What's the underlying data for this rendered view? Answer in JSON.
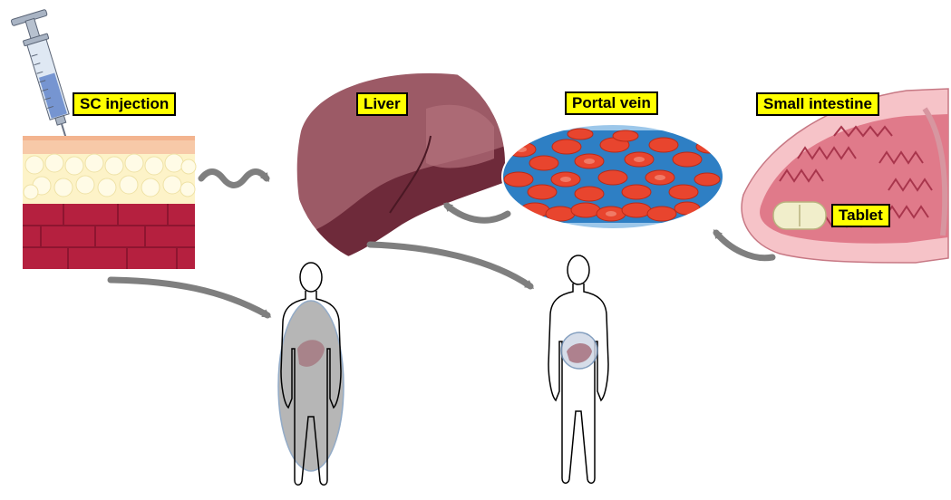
{
  "labels": {
    "sc_injection": "SC injection",
    "liver": "Liver",
    "portal_vein": "Portal vein",
    "small_intestine": "Small intestine",
    "tablet": "Tablet"
  },
  "colors": {
    "label_fill": "#ffff00",
    "arrow": "#7f7f7f",
    "liver": "#9c5a66",
    "liver_dark": "#6e2a3a",
    "blood_cell": "#e8452e",
    "vessel": "#2e7fc4",
    "skin_top": "#f7c9a8",
    "fat": "#fdf3c8",
    "muscle": "#b5203f",
    "intestine": "#e07a8a",
    "distribution_body": "#8a8a8a",
    "distribution_liver": "#cfd8e6"
  }
}
